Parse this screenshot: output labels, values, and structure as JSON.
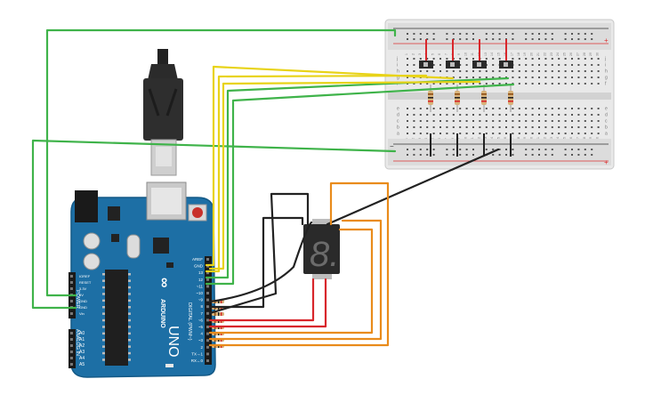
{
  "arduino": {
    "brand": "ARDUINO",
    "model": "UNO",
    "ioref": "IOREF",
    "reset": "RESET",
    "v33": "3.3V",
    "v5": "5V",
    "gnd1": "GND",
    "gnd2": "GND",
    "vin": "Vin",
    "power": "POWER",
    "analog_in": "ANALOG IN",
    "analog_pins": [
      "A0",
      "A1",
      "A2",
      "A3",
      "A4",
      "A5"
    ],
    "aref": "AREF",
    "gnd_digital": "GND",
    "digital_pins": [
      "13",
      "12",
      "~11",
      "~10",
      "~9",
      "8",
      "7",
      "~6",
      "~5",
      "4",
      "~3",
      "2",
      "TX→1",
      "RX←0"
    ],
    "digital_label": "DIGITAL (PWM~)"
  },
  "breadboard": {
    "rail_minus": "−",
    "rail_plus": "+",
    "row_letters_top": [
      "j",
      "i",
      "h",
      "g",
      "f"
    ],
    "row_letters_bottom": [
      "e",
      "d",
      "c",
      "b",
      "a"
    ],
    "column_numbers": [
      "1",
      "2",
      "3",
      "4",
      "5",
      "6",
      "7",
      "8",
      "9",
      "10",
      "11",
      "12",
      "13",
      "14",
      "15",
      "16",
      "17",
      "18",
      "19",
      "20",
      "21",
      "22",
      "23",
      "24",
      "25",
      "26",
      "27",
      "28",
      "29",
      "30"
    ]
  },
  "display": {
    "digit": "8."
  },
  "colors": {
    "wire_green": "#3fb34a",
    "wire_yellow": "#e8d318",
    "wire_red": "#d8262b",
    "wire_orange": "#e98b1b",
    "wire_black": "#222222",
    "board_blue": "#1d6fa5",
    "board_edge": "#155a87"
  }
}
